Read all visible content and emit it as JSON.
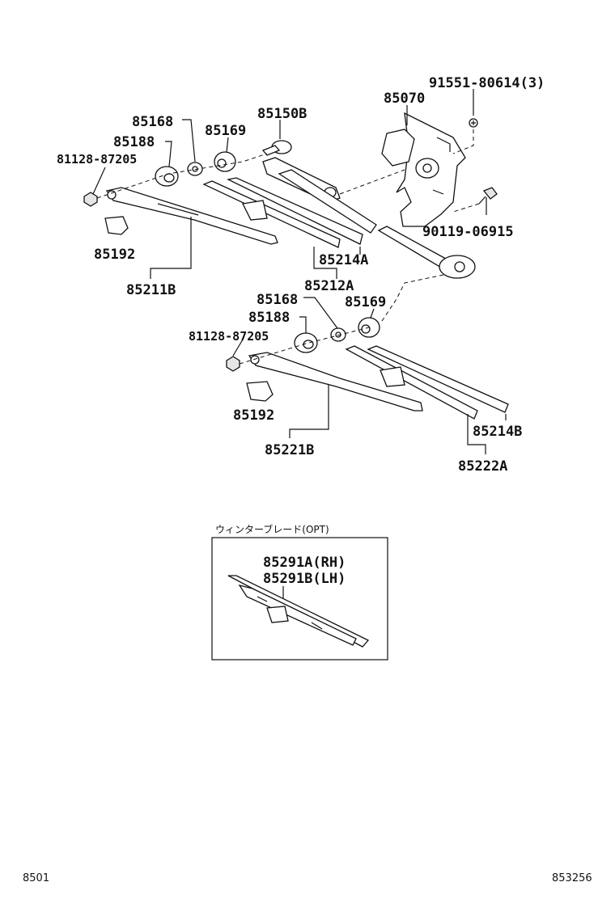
{
  "callouts": {
    "bolt_top": "91551-80614(3)",
    "motor": "85070",
    "link_top": "85150B",
    "cap_top": "85168",
    "bush_top": "85169",
    "cover_top": "85188",
    "nut_top": "81128-87205",
    "bolt_right": "90119-06915",
    "head_cap_top": "85192",
    "arm_rh": "85211B",
    "blade_rubber_a": "85214A",
    "blade_a": "85212A",
    "cap_mid": "85168",
    "cover_mid": "85188",
    "bush_mid": "85169",
    "nut_mid": "81128-87205",
    "head_cap_mid": "85192",
    "arm_lh": "85221B",
    "blade_rubber_b": "85214B",
    "blade_b": "85222A"
  },
  "option_box": {
    "title": "ウィンターブレード(OPT)",
    "rh": "85291A(RH)",
    "lh": "85291B(LH)"
  },
  "footer": {
    "left": "8501",
    "right": "853256"
  }
}
